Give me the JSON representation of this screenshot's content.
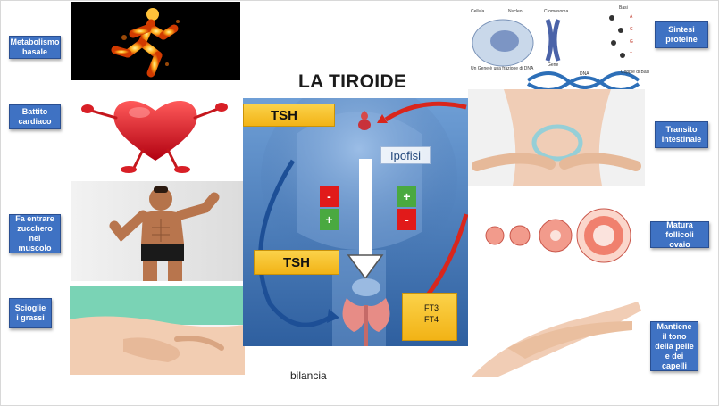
{
  "title": "LA TIROIDE",
  "caption": "bilancia",
  "diagram": {
    "tsh_top": "TSH",
    "ipofisi": "Ipofisi",
    "tsh_bottom": "TSH",
    "ft3": "FT3",
    "ft4": "FT4",
    "signs_left": [
      "-",
      "+"
    ],
    "signs_right": [
      "+",
      "-"
    ]
  },
  "left_labels": [
    "Metabolismo basale",
    "Battito cardiaco",
    "Fa entrare zucchero nel muscolo",
    "Scioglie i grassi"
  ],
  "right_labels": [
    "Sintesi proteine",
    "Transito intestinale",
    "Matura follicoli ovaio",
    "Mantiene il tono della pelle e dei capelli"
  ],
  "dna_figure": {
    "texts": [
      "Cellula",
      "Nucleo",
      "Cromosoma",
      "Basi",
      "A",
      "C",
      "G",
      "T",
      "Un Gene è una frazione di DNA",
      "Gene",
      "DNA",
      "Coppie di Basi"
    ]
  },
  "colors": {
    "label_bg": "#3f72c3",
    "box_yellow": "#f7c52a",
    "minus_red": "#e11a1a",
    "plus_green": "#4aa940",
    "diagram_blue": "#3b6fb0"
  }
}
